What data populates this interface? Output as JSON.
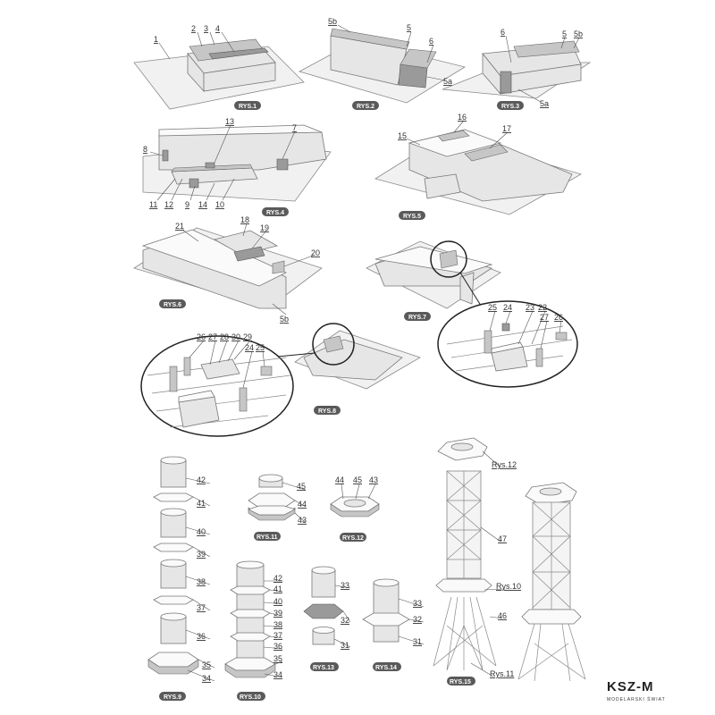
{
  "figures": {
    "rys1": {
      "badge": "RYS.1",
      "labels": [
        "1",
        "2",
        "3",
        "4"
      ]
    },
    "rys2": {
      "badge": "RYS.2",
      "labels": [
        "5b",
        "5",
        "6",
        "5a"
      ]
    },
    "rys3": {
      "badge": "RYS.3",
      "labels": [
        "6",
        "5",
        "5b",
        "5a"
      ]
    },
    "rys4": {
      "badge": "RYS.4",
      "labels": [
        "13",
        "7",
        "8",
        "11",
        "12",
        "9",
        "14",
        "10"
      ]
    },
    "rys5": {
      "badge": "RYS.5",
      "labels": [
        "16",
        "15",
        "17"
      ]
    },
    "rys6": {
      "badge": "RYS.6",
      "labels": [
        "21",
        "18",
        "19",
        "20",
        "5b"
      ]
    },
    "rys7": {
      "badge": "RYS.7",
      "labels": [
        "25",
        "24",
        "23",
        "22",
        "27",
        "26"
      ]
    },
    "rys8": {
      "badge": "RYS.8",
      "labels": [
        "26",
        "27",
        "28",
        "30",
        "29",
        "24",
        "25"
      ]
    },
    "rys9": {
      "badge": "RYS.9",
      "labels": [
        "42",
        "41",
        "40",
        "39",
        "38",
        "37",
        "36",
        "35",
        "34"
      ]
    },
    "rys10": {
      "badge": "RYS.10",
      "labels": [
        "42",
        "41",
        "40",
        "39",
        "38",
        "37",
        "36",
        "35",
        "34"
      ]
    },
    "rys11": {
      "badge": "RYS.11",
      "labels": [
        "45",
        "44",
        "43"
      ]
    },
    "rys12": {
      "badge": "RYS.12",
      "labels": [
        "44",
        "45",
        "43"
      ]
    },
    "rys13": {
      "badge": "RYS.13",
      "labels": [
        "33",
        "32",
        "31"
      ]
    },
    "rys14": {
      "badge": "RYS.14",
      "labels": [
        "33",
        "32",
        "31"
      ]
    },
    "rys15": {
      "badge": "RYS.15",
      "labels": [
        "Rys.12",
        "47",
        "Rys.10",
        "46",
        "Rys.11"
      ]
    }
  },
  "logo": {
    "text": "KSZ-M",
    "subtitle": "MODELARSKI ŚWIAT"
  }
}
